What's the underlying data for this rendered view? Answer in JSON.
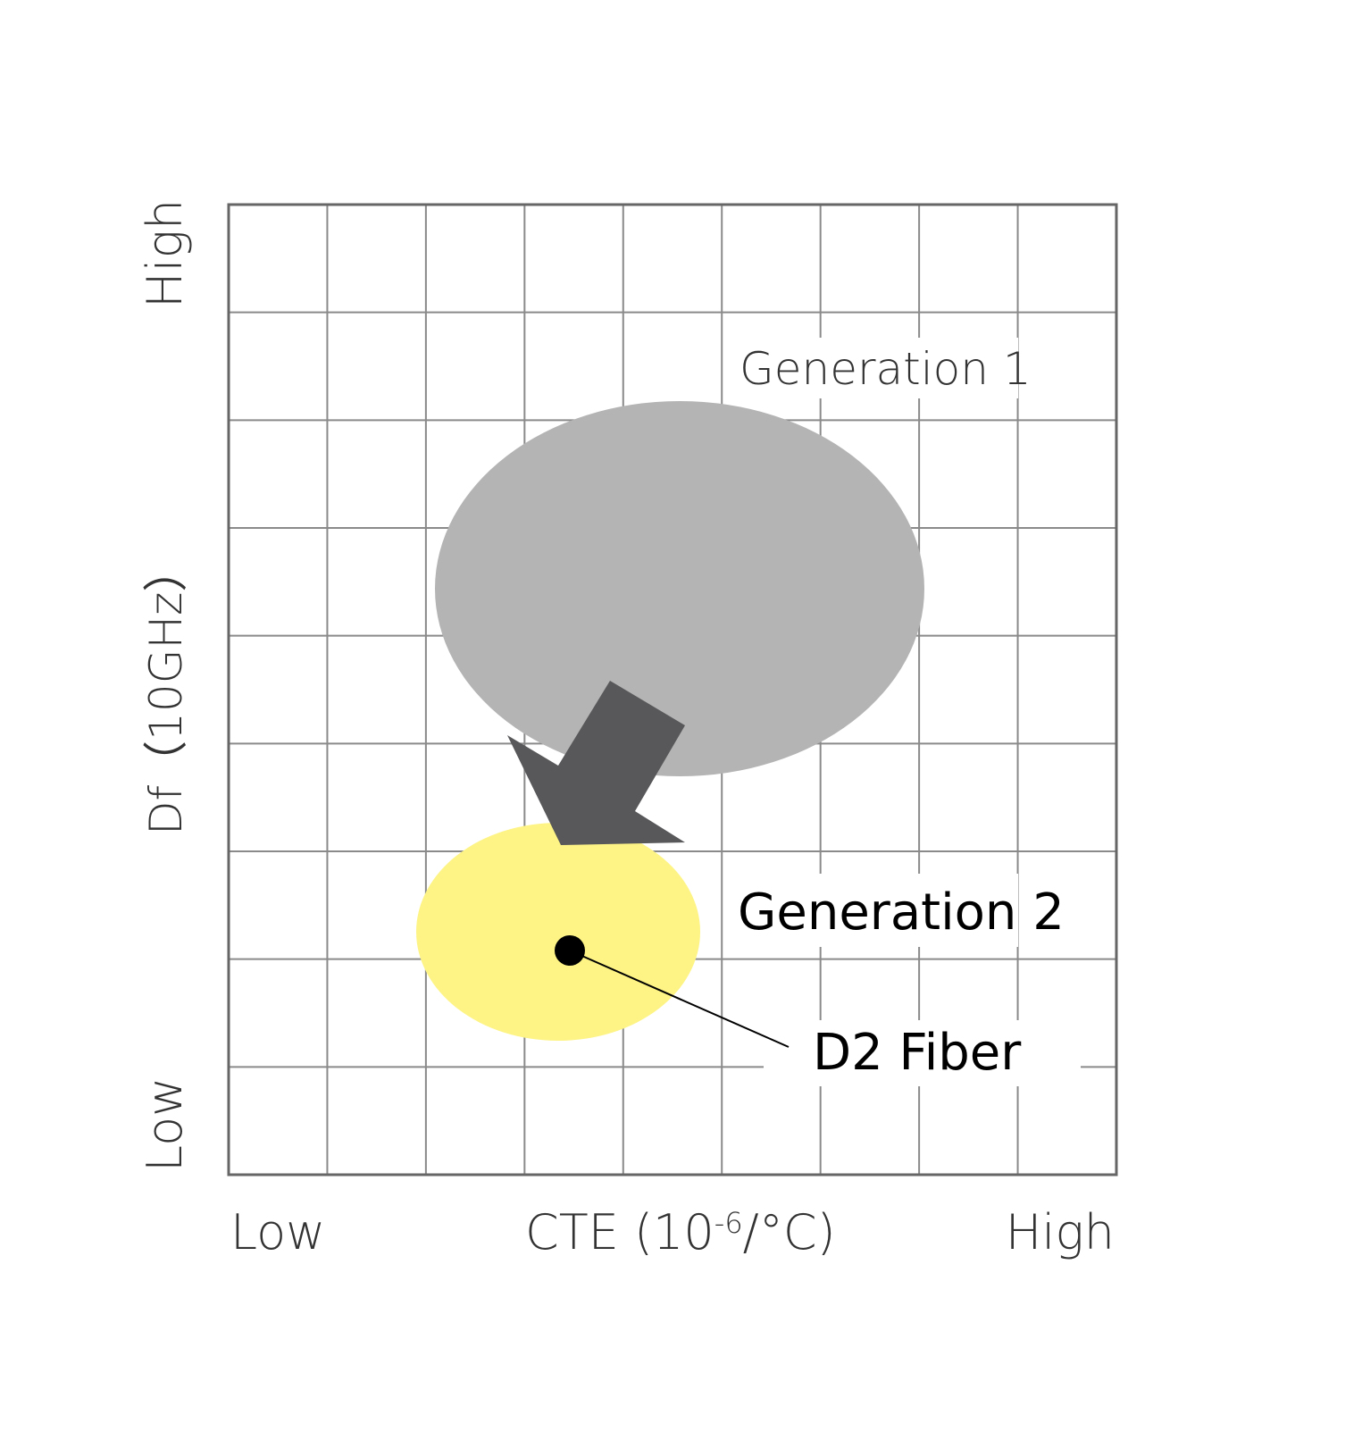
{
  "chart_data": {
    "type": "diagram",
    "title": "",
    "xlabel": {
      "prefix": "CTE (10",
      "superscript": "-6",
      "suffix": "/°C)"
    },
    "ylabel": "Df（10GHz）",
    "x_ticks": {
      "low": "Low",
      "high": "High"
    },
    "y_ticks": {
      "low": "Low",
      "high": "High"
    },
    "grid": true,
    "grid_divisions": 9,
    "regions": [
      {
        "name": "Generation 1",
        "color": "#b4b4b4"
      },
      {
        "name": "Generation 2",
        "color": "#fdf485"
      }
    ],
    "point": {
      "label": "D2 Fiber",
      "color": "#000000"
    },
    "arrow": {
      "from": "Generation 1",
      "to": "Generation 2",
      "color": "#58585a"
    }
  }
}
